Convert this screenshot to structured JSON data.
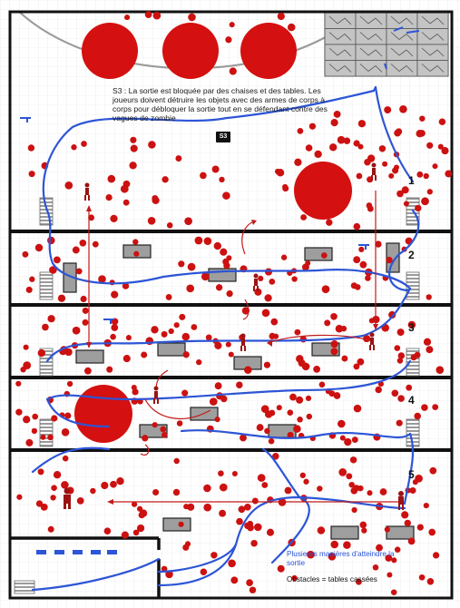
{
  "scene": {
    "description_text": "S3 : La sortie est bloquée par des chaises et des tables. Les joueurs doivent détruire les objets avec des armes de corps à corps pour débloquer la sortie tout en se défendant contre des vagues de zombie",
    "exit_badge": "S3",
    "floor_labels": [
      "1",
      "2",
      "3",
      "4",
      "5"
    ],
    "legend": {
      "routes": "Plusieurs manières d'atteindre la sortie",
      "obstacles": "Obstacles = tables cassées"
    },
    "colors": {
      "zombie": "#cc1111",
      "route": "#2d55d6",
      "wall": "#111111",
      "grid": "#e2e2e2",
      "table": "#9a9a9a"
    }
  }
}
